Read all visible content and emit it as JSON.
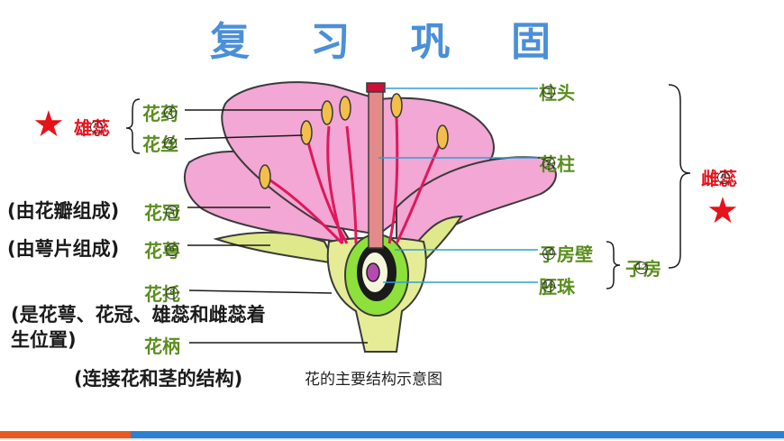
{
  "title": "复 习 巩 固",
  "labels": {
    "zhutou": "柱头",
    "huazhu": "花柱",
    "zifangbi": "子房壁",
    "peizhu": "胚珠",
    "zifang": "子房",
    "cirui": "雌蕊",
    "xiongrui": "雄蕊",
    "huayao": "花药",
    "huasi": "花丝",
    "huaguan": "花冠",
    "huae": "花萼",
    "huatuo": "花托",
    "huabing": "花柄"
  },
  "notes": {
    "huaguan": "(由花瓣组成)",
    "huae": "(由萼片组成)",
    "huatuo_line1": "(是花萼、花冠、雄蕊和雌蕊着",
    "huatuo_line2": "生位置)",
    "huabing": "(连接花和茎的结构)"
  },
  "caption": "花的主要结构示意图",
  "star": "★",
  "circled_numbers": [
    "1",
    "2",
    "3",
    "4",
    "5",
    "6",
    "7",
    "8",
    "9",
    "10",
    "11",
    "12"
  ],
  "colors": {
    "title": "#4a8fd8",
    "label_green": "#5a8e1e",
    "accent_red": "#e8121a",
    "petal": "#f2a7d4",
    "sepal": "#dfe88a",
    "pointer_blue": "#2aa0d8",
    "bar_orange": "#e85a1f",
    "bar_blue": "#2d7fd0"
  }
}
